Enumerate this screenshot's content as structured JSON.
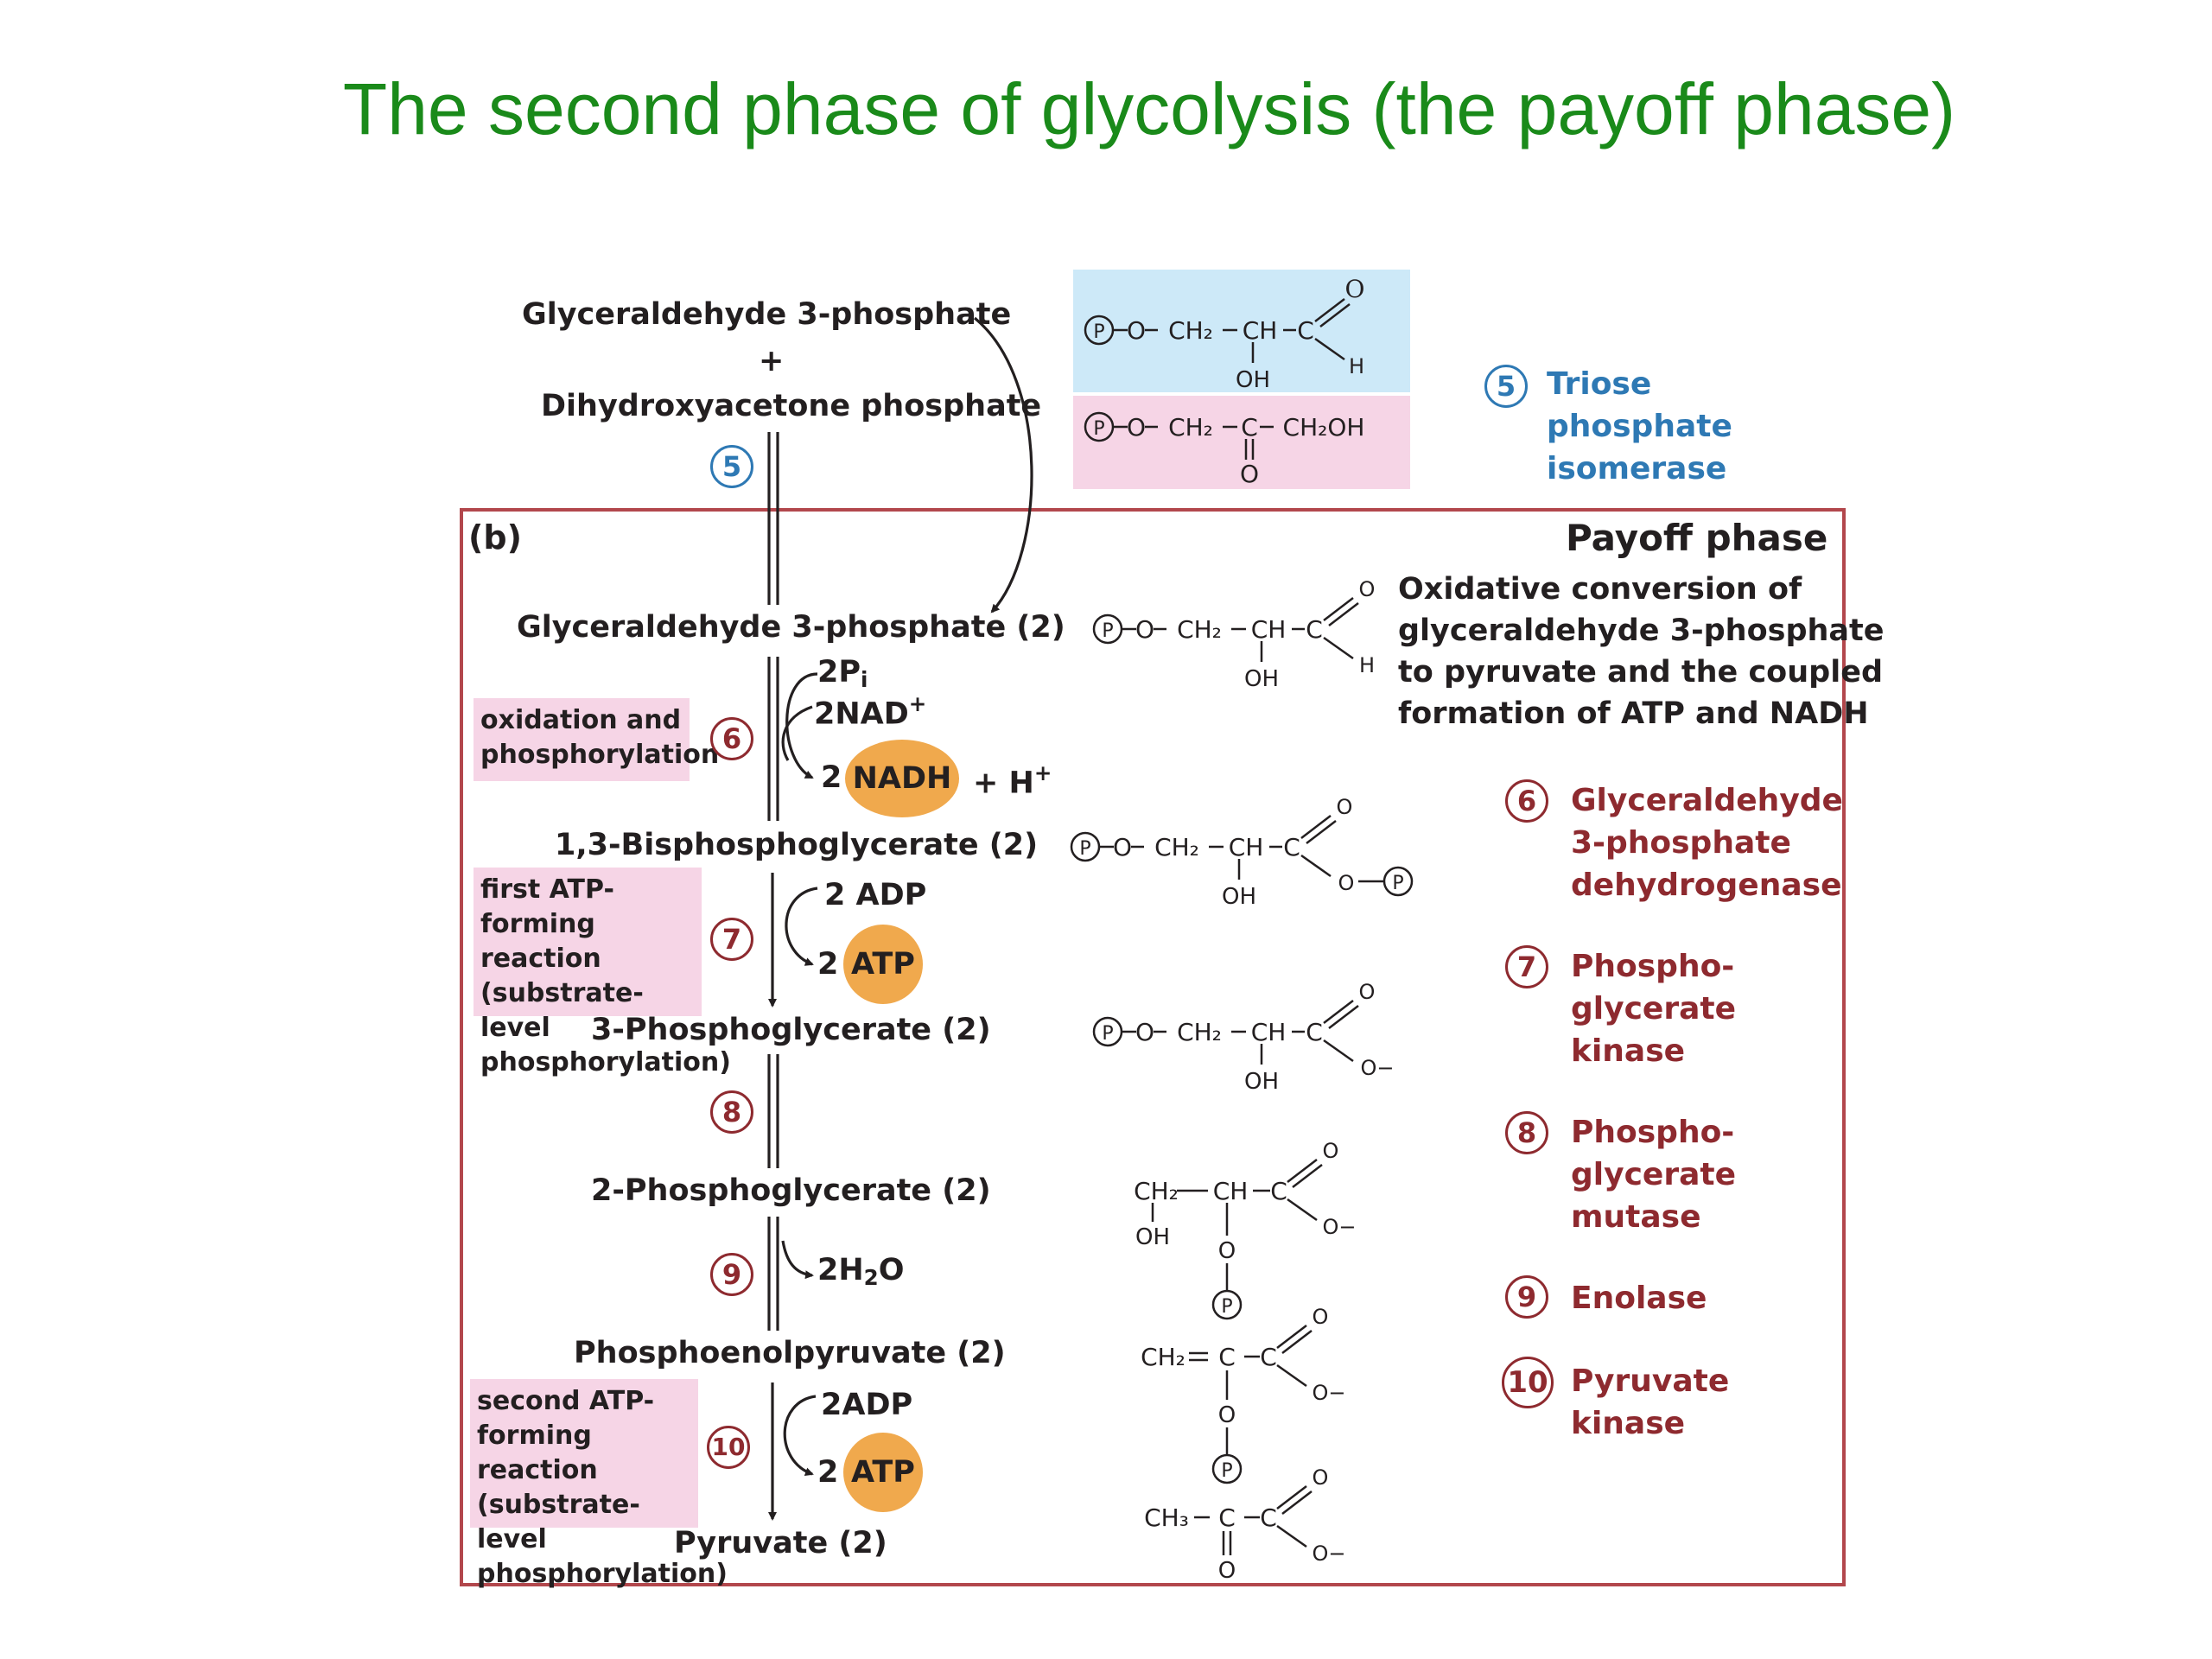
{
  "title": "The second phase of glycolysis (the payoff phase)",
  "top": {
    "g3p": "Glyceraldehyde 3-phosphate",
    "plus": "+",
    "dhap": "Dihydroxyacetone phosphate",
    "step": "5",
    "enzyme": "Triose\nphosphate\nisomerase"
  },
  "panel": {
    "label": "(b)",
    "heading": "Payoff phase",
    "description": "Oxidative conversion of\nglyceraldehyde 3-phosphate\nto pyruvate and the coupled\nformation of ATP and NADH"
  },
  "compounds": {
    "g3p": "Glyceraldehyde 3-phosphate  (2)",
    "bpg": "1,3-Bisphosphoglycerate  (2)",
    "pg3": "3-Phosphoglycerate  (2)",
    "pg2": "2-Phosphoglycerate  (2)",
    "pep": "Phosphoenolpyruvate  (2)",
    "pyr": "Pyruvate  (2)"
  },
  "side": {
    "pi": "2P",
    "pi_sub": "i",
    "nad": "2NAD",
    "nad_sup": "+",
    "nadh_coef": "2",
    "nadh": "NADH",
    "plus_h": "+ H",
    "plus_h_sup": "+",
    "adp1": "2 ADP",
    "atp1_coef": "2",
    "atp1": "ATP",
    "water": "2H",
    "water_sub": "2",
    "water_end": "O",
    "adp2": "2ADP",
    "atp2_coef": "2",
    "atp2": "ATP"
  },
  "tags": {
    "step6": "oxidation and phosphorylation",
    "step7": "first ATP-forming reaction (substrate-level phosphorylation)",
    "step10": "second ATP-forming reaction (substrate-level phosphorylation)"
  },
  "step_numbers": [
    "6",
    "7",
    "8",
    "9",
    "10"
  ],
  "enzymes": [
    {
      "num": "6",
      "name": "Glyceraldehyde\n3-phosphate\ndehydrogenase"
    },
    {
      "num": "7",
      "name": "Phospho-\nglycerate\nkinase"
    },
    {
      "num": "8",
      "name": "Phospho-\nglycerate\nmutase"
    },
    {
      "num": "9",
      "name": "Enolase"
    },
    {
      "num": "10",
      "name": "Pyruvate\nkinase"
    }
  ],
  "structure_labels": {
    "P": "P",
    "O": "O",
    "OH": "OH",
    "H": "H",
    "O_minus": "O−",
    "ch2": "CH₂",
    "ch": "CH",
    "c": "C",
    "ch2oh": "CH₂OH",
    "ch3": "CH₃"
  },
  "colors": {
    "title": "#1a8a1a",
    "enzyme": "#8e2a2f",
    "isomerase": "#2e79b4",
    "frame": "#b2474c",
    "tag_bg": "#f6d5e6",
    "g3p_box": "#cde9f8",
    "dhap_box": "#f6d5e6",
    "oval": "#f0a94d"
  }
}
